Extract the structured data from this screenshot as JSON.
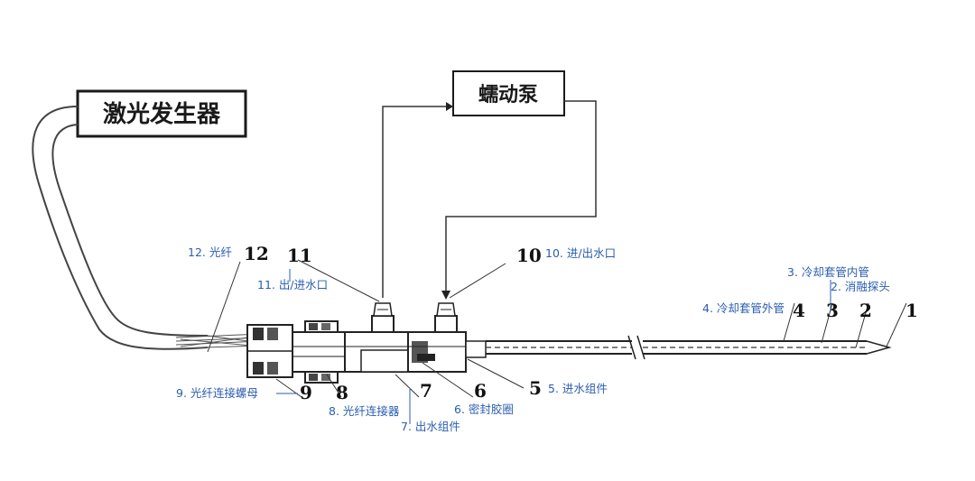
{
  "boxes": {
    "laser": "激光发生器",
    "pump": "蠕动泵"
  },
  "numbers": {
    "n1": "1",
    "n2": "2",
    "n3": "3",
    "n4": "4",
    "n5": "5",
    "n6": "6",
    "n7": "7",
    "n8": "8",
    "n9": "9",
    "n10": "10",
    "n11": "11",
    "n12": "12"
  },
  "labels": {
    "l1": "2. 消融探头",
    "l2": "3. 冷却套管内管",
    "l3": "4. 冷却套管外管",
    "l4": "5. 进水组件",
    "l5": "6. 密封胶圈",
    "l6": "7. 出水组件",
    "l7": "8. 光纤连接器",
    "l8": "9. 光纤连接螺母",
    "l9": "10. 进/出水口",
    "l10": "11. 出/进水口",
    "l11": "12. 光纤"
  }
}
